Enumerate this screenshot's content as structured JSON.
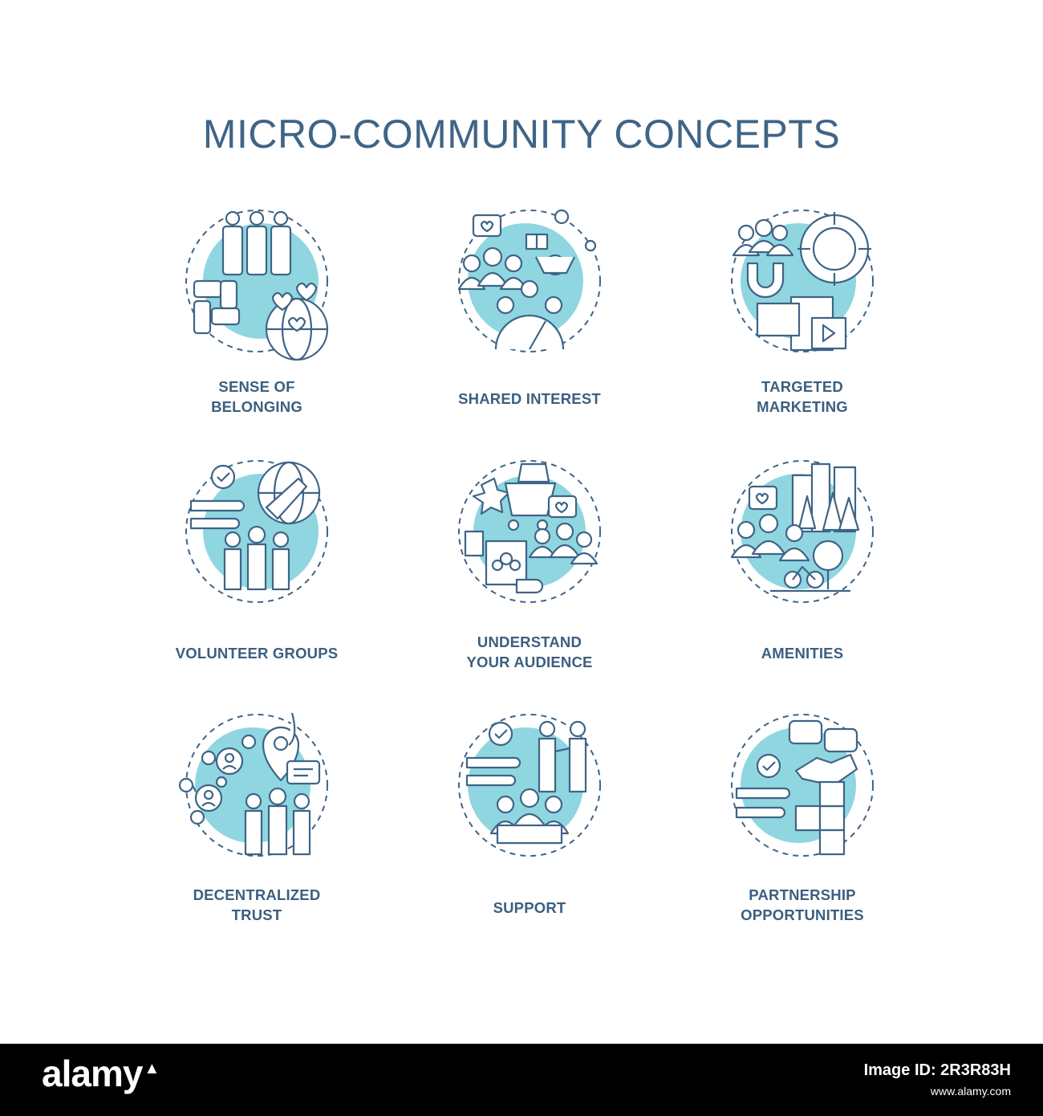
{
  "title": "MICRO-COMMUNITY CONCEPTS",
  "colors": {
    "accent": "#8fd6e1",
    "stroke": "#3f6486",
    "text": "#3b5f80"
  },
  "items": [
    {
      "icon": "sense-of-belonging-icon",
      "line1": "SENSE OF",
      "line2": "BELONGING"
    },
    {
      "icon": "shared-interest-icon",
      "line1": "SHARED INTEREST",
      "line2": ""
    },
    {
      "icon": "targeted-marketing-icon",
      "line1": "TARGETED",
      "line2": "MARKETING"
    },
    {
      "icon": "volunteer-groups-icon",
      "line1": "VOLUNTEER GROUPS",
      "line2": ""
    },
    {
      "icon": "understand-audience-icon",
      "line1": "UNDERSTAND",
      "line2": "YOUR AUDIENCE"
    },
    {
      "icon": "amenities-icon",
      "line1": "AMENITIES",
      "line2": ""
    },
    {
      "icon": "decentralized-trust-icon",
      "line1": "DECENTRALIZED",
      "line2": "TRUST"
    },
    {
      "icon": "support-icon",
      "line1": "SUPPORT",
      "line2": ""
    },
    {
      "icon": "partnership-opportunities-icon",
      "line1": "PARTNERSHIP",
      "line2": "OPPORTUNITIES"
    }
  ],
  "watermark": {
    "brand": "alamy",
    "image_id": "Image ID: 2R3R83H",
    "site": "www.alamy.com"
  }
}
